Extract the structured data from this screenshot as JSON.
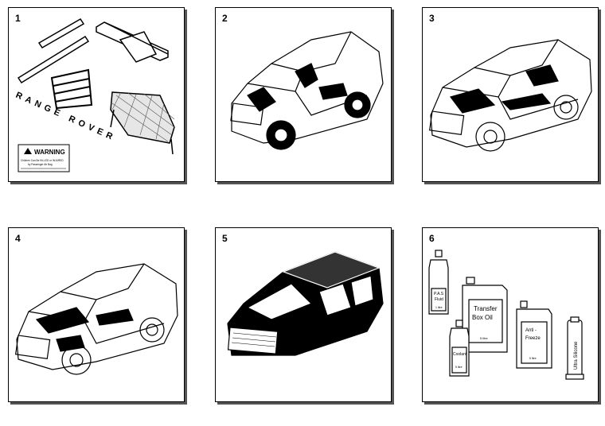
{
  "panels": [
    {
      "number": "1"
    },
    {
      "number": "2"
    },
    {
      "number": "3"
    },
    {
      "number": "4"
    },
    {
      "number": "5"
    },
    {
      "number": "6"
    }
  ],
  "panel1": {
    "badge_text": "RANGE ROVER",
    "warning_title": "WARNING",
    "warning_line1": "Children Can Be KILLED or INJURED",
    "warning_line2": "by Passenger Air Bag"
  },
  "panel6": {
    "pas_label": "P.A.S\nFluid",
    "pas_volume": "1 litre",
    "transfer_label": "Transfer\nBox Oil",
    "transfer_volume": "5 litre",
    "antifreeze_label": "Anti -\nFreeze",
    "antifreeze_volume": "5 litre",
    "coolant_label": "Coolant",
    "coolant_volume": "5 litre",
    "silicone_label": "Ultra Silicone"
  }
}
